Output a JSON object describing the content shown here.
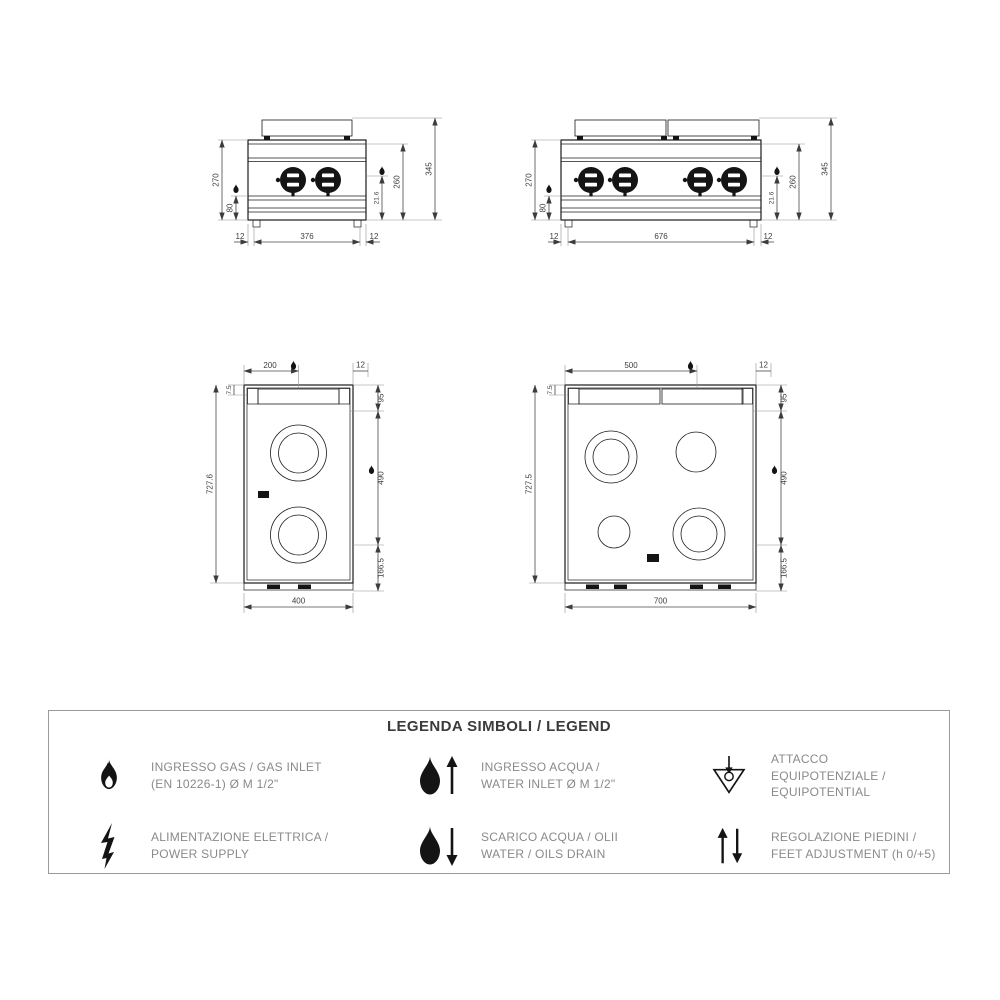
{
  "colors": {
    "ink": "#1b1b1b",
    "dim_text": "#3d3d3d",
    "legend_text": "#8a8a8a",
    "legend_border": "#9b9b9b"
  },
  "views": {
    "front_2_burner": {
      "dims": {
        "height_panel": "270",
        "gas_height": "80",
        "gas_depth": "21.6",
        "body_height": "260",
        "total_height": "345",
        "margin_left": "12",
        "width_inner": "376",
        "margin_right": "12"
      }
    },
    "front_4_burner": {
      "dims": {
        "height_panel": "270",
        "gas_height": "80",
        "gas_depth": "21.6",
        "body_height": "260",
        "total_height": "345",
        "margin_left": "12",
        "width_inner": "676",
        "margin_right": "12"
      }
    },
    "top_2_burner": {
      "dims": {
        "gas_offset_x": "200",
        "edge_offset": "12",
        "back_edge": "7.5",
        "depth_total": "727.6",
        "back_offset": "95",
        "gas_offset_y": "490",
        "front_offset": "166.5",
        "width_total": "400"
      }
    },
    "top_4_burner": {
      "dims": {
        "gas_offset_x": "500",
        "edge_offset": "12",
        "back_edge": "7.5",
        "depth_total": "727.5",
        "back_offset": "95",
        "gas_offset_y": "490",
        "front_offset": "166.5",
        "width_total": "700"
      }
    }
  },
  "legend": {
    "title": "LEGENDA SIMBOLI / LEGEND",
    "items": [
      {
        "icon": "gas-flame-icon",
        "line1": "INGRESSO GAS / GAS INLET",
        "line2": "(EN 10226-1) Ø M 1/2\""
      },
      {
        "icon": "power-lightning-icon",
        "line1": "ALIMENTAZIONE ELETTRICA /",
        "line2": "POWER SUPPLY"
      },
      {
        "icon": "water-inlet-icon",
        "line1": "INGRESSO ACQUA /",
        "line2": "WATER INLET Ø M 1/2\""
      },
      {
        "icon": "water-drain-icon",
        "line1": "SCARICO ACQUA / OLII",
        "line2": "WATER / OILS DRAIN"
      },
      {
        "icon": "equipotential-icon",
        "line1": "ATTACCO EQUIPOTENZIALE /",
        "line2": "EQUIPOTENTIAL"
      },
      {
        "icon": "feet-adjustment-icon",
        "line1": "REGOLAZIONE PIEDINI  /",
        "line2": "FEET ADJUSTMENT (h 0/+5)"
      }
    ]
  }
}
